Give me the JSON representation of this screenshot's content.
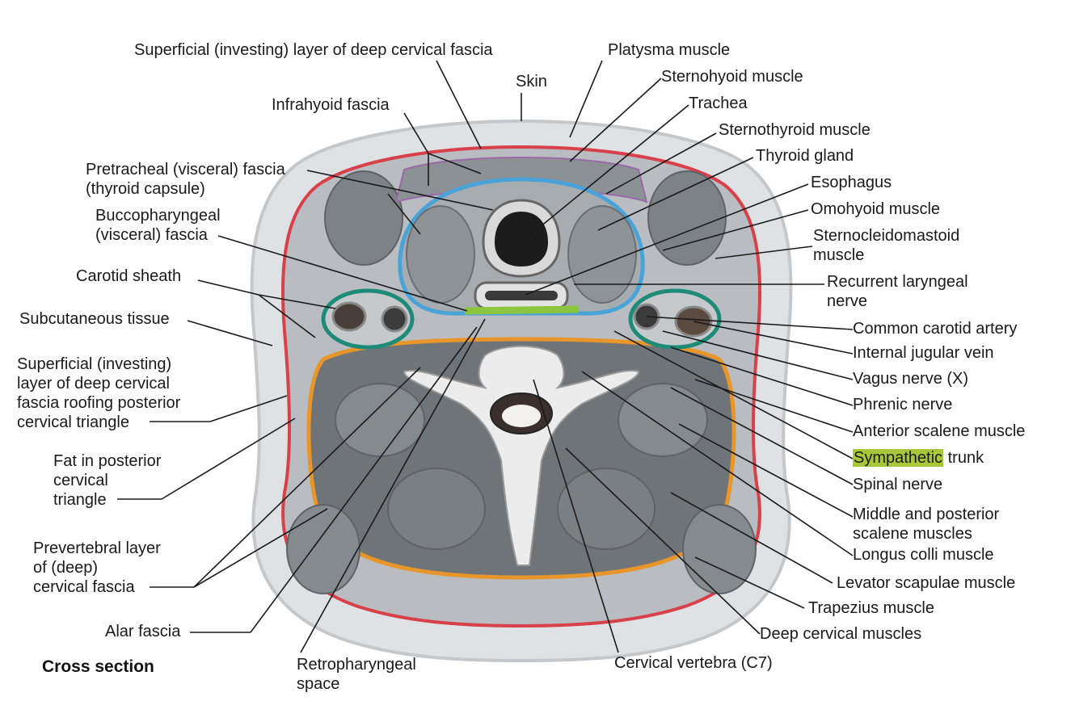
{
  "caption": "Cross section",
  "labels": {
    "superficial_investing": "Superficial (investing) layer of deep cervical fascia",
    "skin": "Skin",
    "platysma": "Platysma muscle",
    "sternohyoid": "Sternohyoid muscle",
    "trachea": "Trachea",
    "sternothyroid": "Sternothyroid muscle",
    "thyroid_gland": "Thyroid gland",
    "esophagus": "Esophagus",
    "omohyoid": "Omohyoid muscle",
    "scm_1": "Sternocleidomastoid",
    "scm_2": "muscle",
    "recurrent_1": "Recurrent laryngeal",
    "recurrent_2": "nerve",
    "common_carotid": "Common carotid artery",
    "internal_jugular": "Internal jugular vein",
    "vagus": "Vagus nerve (X)",
    "phrenic": "Phrenic nerve",
    "anterior_scalene": "Anterior scalene muscle",
    "sympathetic_hl": "Sympathetic",
    "sympathetic_rest": " trunk",
    "spinal_nerve": "Spinal nerve",
    "mid_post_scalene_1": "Middle and posterior",
    "mid_post_scalene_2": "scalene muscles",
    "longus_colli": "Longus colli muscle",
    "levator_scapulae": "Levator scapulae muscle",
    "trapezius": "Trapezius muscle",
    "deep_cervical_muscles": "Deep cervical muscles",
    "cervical_vertebra": "Cervical vertebra (C7)",
    "retropharyngeal_1": "Retropharyngeal",
    "retropharyngeal_2": "space",
    "alar_fascia": "Alar fascia",
    "prevertebral_1": "Prevertebral layer",
    "prevertebral_2": "of (deep)",
    "prevertebral_3": "cervical fascia",
    "fat_posterior_1": "Fat in posterior",
    "fat_posterior_2": "cervical",
    "fat_posterior_3": "triangle",
    "sup_roof_1": "Superficial (investing)",
    "sup_roof_2": "layer of deep cervical",
    "sup_roof_3": "fascia roofing posterior",
    "sup_roof_4": "cervical triangle",
    "subcutaneous": "Subcutaneous tissue",
    "carotid_sheath": "Carotid sheath",
    "buccopharyngeal_1": "Buccopharyngeal",
    "buccopharyngeal_2": "(visceral) fascia",
    "pretracheal_1": "Pretracheal (visceral) fascia",
    "pretracheal_2": "(thyroid capsule)",
    "infrahyoid": "Infrahyoid fascia"
  },
  "colors": {
    "investing_fascia": "#d8404a",
    "pretracheal_fascia": "#4aa3d8",
    "prevertebral_fascia": "#e8952a",
    "carotid_sheath": "#1e8a78",
    "buccopharyngeal": "#8cc63f",
    "infrahyoid": "#9a6aa8",
    "muscle": "#7d8287",
    "skin": "#cfd3d6",
    "highlight": "#a8c83a"
  }
}
